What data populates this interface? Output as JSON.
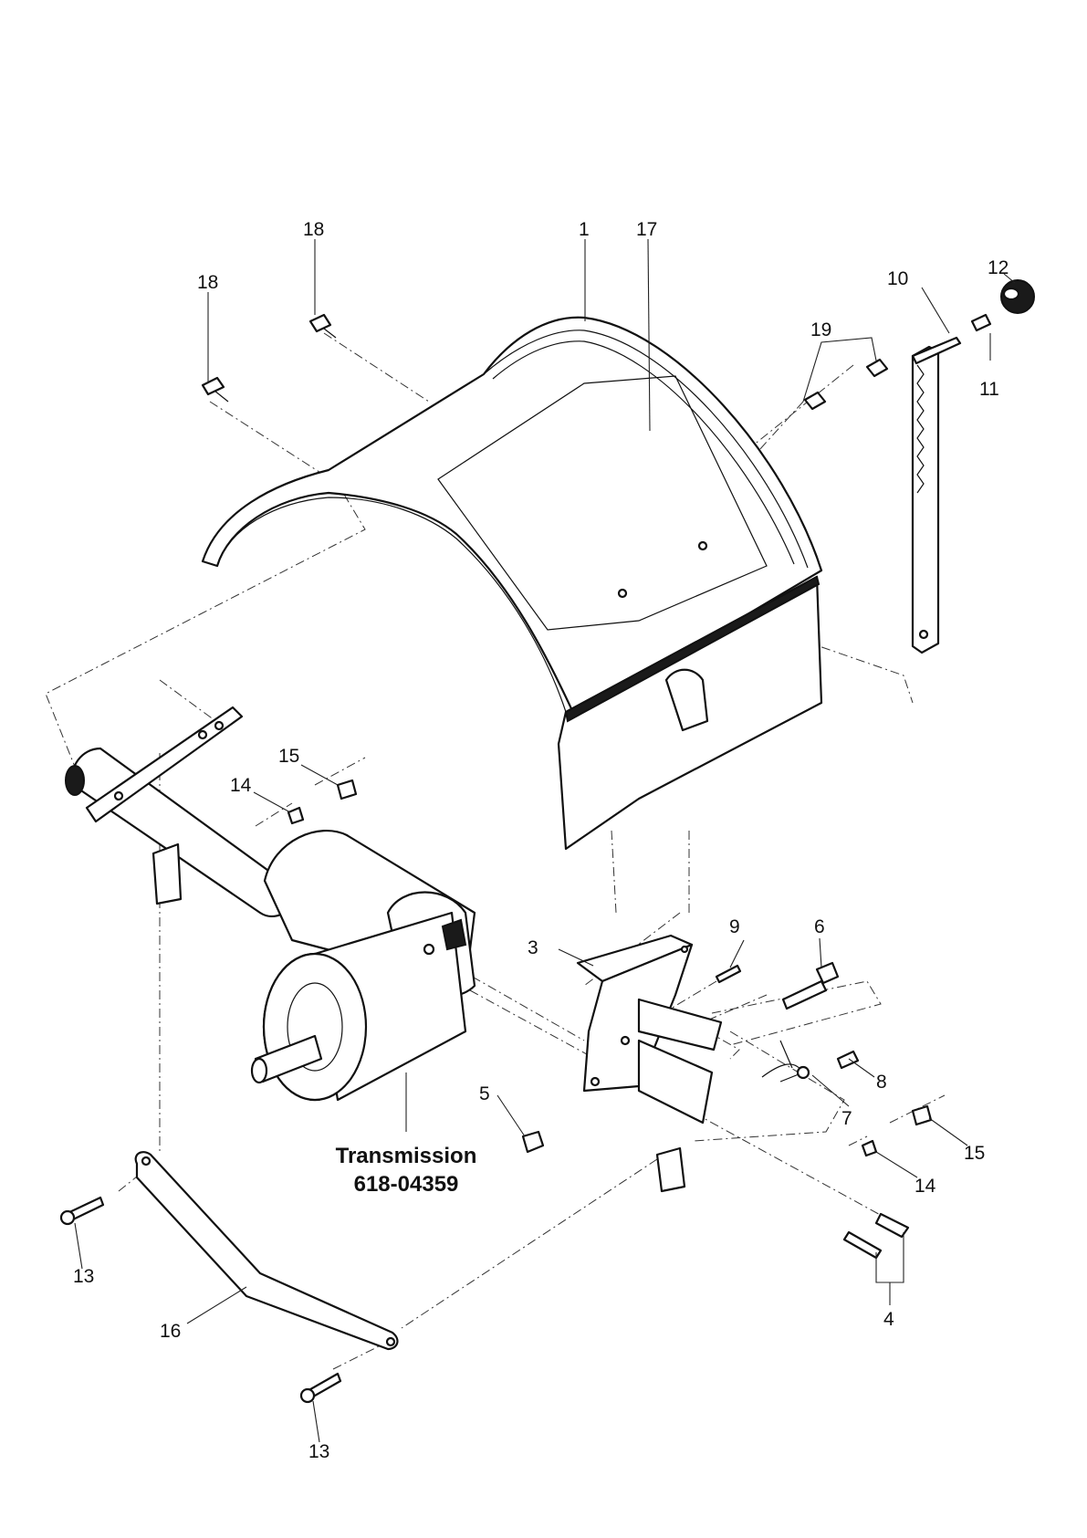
{
  "diagram": {
    "part_labels": {
      "p1": "1",
      "p3": "3",
      "p4": "4",
      "p5": "5",
      "p6": "6",
      "p7": "7",
      "p8": "8",
      "p9": "9",
      "p10": "10",
      "p11": "11",
      "p12": "12",
      "p13a": "13",
      "p13b": "13",
      "p14a": "14",
      "p14b": "14",
      "p15a": "15",
      "p15b": "15",
      "p16": "16",
      "p17": "17",
      "p18a": "18",
      "p18b": "18",
      "p19": "19"
    },
    "transmission": {
      "name": "Transmission",
      "part_number": "618-04359"
    }
  }
}
